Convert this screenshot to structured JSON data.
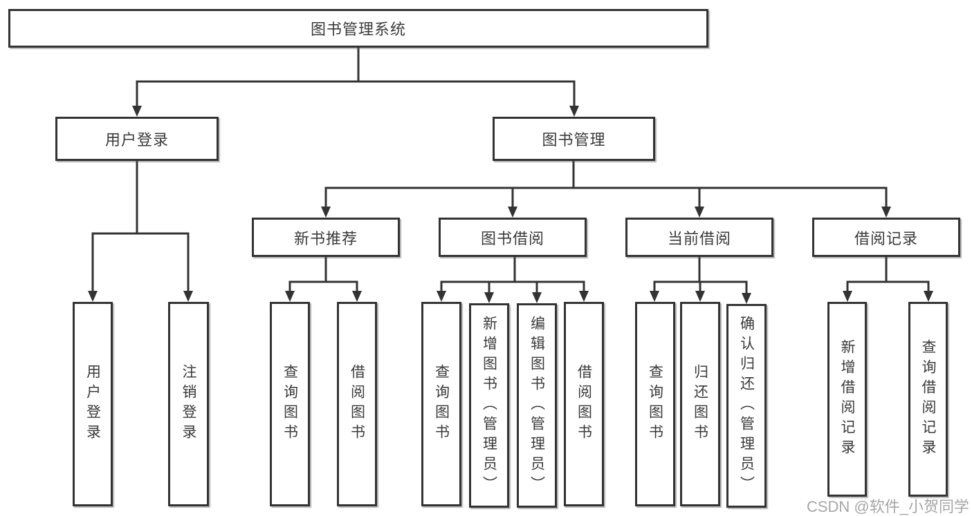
{
  "diagram": {
    "title": "图书管理系统",
    "root": {
      "label": "图书管理系统"
    },
    "branches": [
      {
        "label": "用户登录",
        "children": [
          "用户登录",
          "注销登录"
        ]
      },
      {
        "label": "图书管理",
        "groups": [
          {
            "label": "新书推荐",
            "children": [
              "查询图书",
              "借阅图书"
            ]
          },
          {
            "label": "图书借阅",
            "children": [
              "查询图书",
              "新增图书（管理员）",
              "编辑图书（管理员）",
              "借阅图书"
            ]
          },
          {
            "label": "当前借阅",
            "children": [
              "查询图书",
              "归还图书",
              "确认归还（管理员）"
            ]
          },
          {
            "label": "借阅记录",
            "children": [
              "新增借阅记录",
              "查询借阅记录"
            ]
          }
        ]
      }
    ]
  },
  "watermark": {
    "text": "CSDN @软件_小贺同学"
  },
  "colors": {
    "line": "#333333",
    "box_border": "#333333",
    "text": "#3a3a3a",
    "watermark": "#a6a6a6",
    "background": "#ffffff"
  }
}
